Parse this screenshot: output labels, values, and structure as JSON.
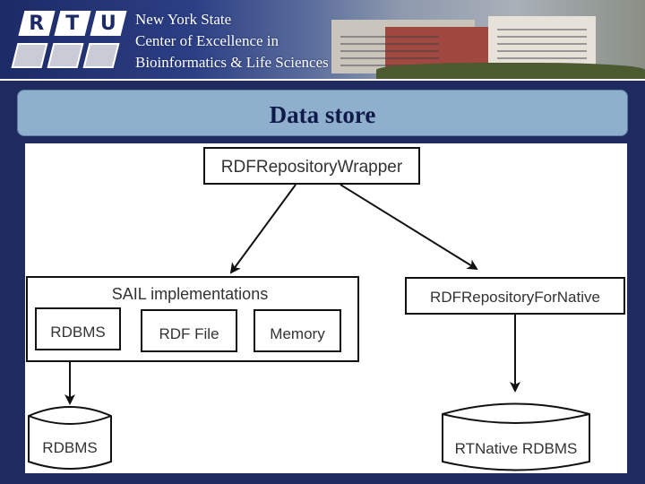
{
  "header": {
    "logo": {
      "top_letters": [
        "R",
        "T",
        "U"
      ]
    },
    "org_lines": [
      "New York State",
      "Center of Excellence in",
      "Bioinformatics & Life Sciences"
    ]
  },
  "slide": {
    "title": "Data store"
  },
  "diagram": {
    "wrapper": "RDFRepositoryWrapper",
    "sail_title": "SAIL implementations",
    "sail_items": [
      "RDBMS",
      "RDF File",
      "Memory"
    ],
    "native": "RDFRepositoryForNative",
    "db_left": "RDBMS",
    "db_right": "RTNative RDBMS"
  }
}
